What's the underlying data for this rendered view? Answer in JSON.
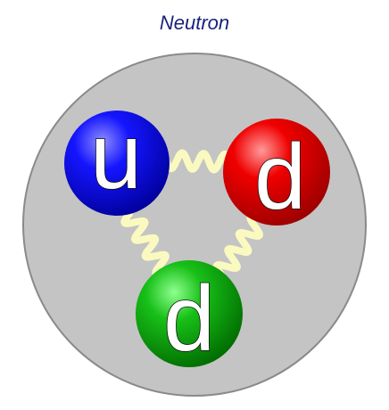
{
  "title": "Neutron",
  "colors": {
    "title": "#1a237e",
    "nucleon_fill": "#c4c4c4",
    "nucleon_stroke": "#8a8a8a",
    "gluon": "#fafac0",
    "label_fill": "#ffffff",
    "label_stroke": "#111111"
  },
  "quarks": [
    {
      "id": "up",
      "label": "u",
      "color": "blue",
      "hex_light": "#8f8fff",
      "hex_mid": "#1515ff",
      "hex_dark": "#00009a"
    },
    {
      "id": "down-right",
      "label": "d",
      "color": "red",
      "hex_light": "#ff9a9a",
      "hex_mid": "#f00000",
      "hex_dark": "#9a0000"
    },
    {
      "id": "down-bottom",
      "label": "d",
      "color": "green",
      "hex_light": "#8fff8f",
      "hex_mid": "#18c018",
      "hex_dark": "#006a00"
    }
  ],
  "gluons": [
    {
      "from": "up",
      "to": "down-right"
    },
    {
      "from": "up",
      "to": "down-bottom"
    },
    {
      "from": "down-right",
      "to": "down-bottom"
    }
  ]
}
